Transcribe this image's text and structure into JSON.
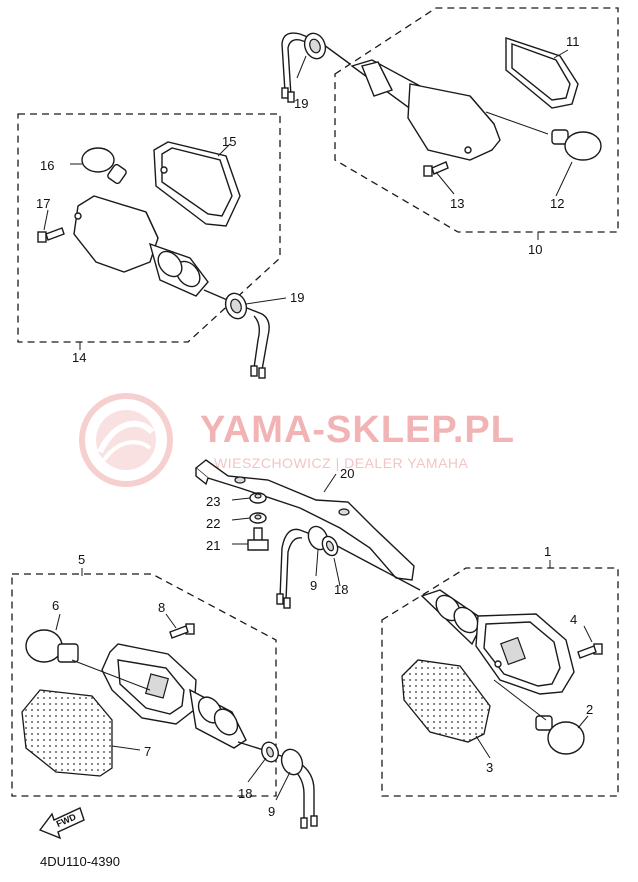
{
  "diagram": {
    "callouts": {
      "c1": "1",
      "c2": "2",
      "c3": "3",
      "c4": "4",
      "c5": "5",
      "c6": "6",
      "c7": "7",
      "c8": "8",
      "c9a": "9",
      "c9b": "9",
      "c10": "10",
      "c11": "11",
      "c12": "12",
      "c13": "13",
      "c14": "14",
      "c15": "15",
      "c16": "16",
      "c17": "17",
      "c18a": "18",
      "c18b": "18",
      "c19a": "19",
      "c19b": "19",
      "c20": "20",
      "c21": "21",
      "c22": "22",
      "c23": "23"
    },
    "watermark": {
      "title": "YAMA-SKLEP.PL",
      "subtitle": "WIESZCHOWICZ | DEALER YAMAHA"
    },
    "drawing_code": "4DU110-4390",
    "fwd_label": "FWD"
  }
}
